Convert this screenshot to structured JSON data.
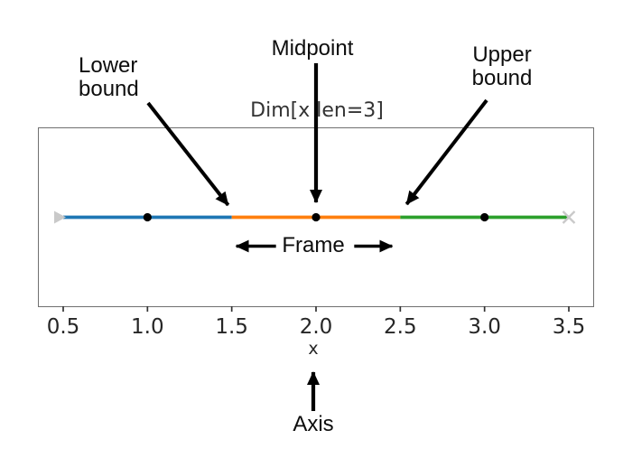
{
  "figure": {
    "title": "Dim[x len=3]",
    "xlabel": "x"
  },
  "annotations": {
    "lower_bound_line1": "Lower",
    "lower_bound_line2": "bound",
    "midpoint": "Midpoint",
    "upper_bound_line1": "Upper",
    "upper_bound_line2": "bound",
    "frame": "Frame",
    "axis": "Axis"
  },
  "colors": {
    "lower_segment": "#1f77b4",
    "frame_segment": "#ff7f0e",
    "upper_segment": "#2ca02c",
    "end_marker": "#c9c9c9",
    "point_marker": "#000000",
    "box_border": "#707070",
    "arrow": "#000000",
    "tick_text": "#262626"
  },
  "chart_data": {
    "type": "line",
    "title": "Dim[x len=3]",
    "xlabel": "x",
    "ylabel": "",
    "xlim": [
      0.35,
      3.65
    ],
    "xticks": [
      0.5,
      1.0,
      1.5,
      2.0,
      2.5,
      3.0,
      3.5
    ],
    "grid": false,
    "description": "Horizontal 1-D dimension interval from 0.5 to 3.5 split into three unit segments",
    "segments": [
      {
        "name": "lower-bound-segment",
        "from": 0.5,
        "to": 1.5,
        "color": "#1f77b4",
        "point": 1.0
      },
      {
        "name": "frame-segment",
        "from": 1.5,
        "to": 2.5,
        "color": "#ff7f0e",
        "point": 2.0
      },
      {
        "name": "upper-bound-segment",
        "from": 2.5,
        "to": 3.5,
        "color": "#2ca02c",
        "point": 3.0
      }
    ],
    "point_markers": [
      1.0,
      2.0,
      3.0
    ],
    "end_markers": [
      {
        "x": 0.5,
        "marker": "triangle-right",
        "color": "#c9c9c9"
      },
      {
        "x": 3.5,
        "marker": "x",
        "color": "#c9c9c9"
      }
    ],
    "callouts": [
      {
        "label": "Lower bound",
        "target_x": 1.5
      },
      {
        "label": "Midpoint",
        "target_x": 2.0
      },
      {
        "label": "Upper bound",
        "target_x": 2.5
      },
      {
        "label": "Frame",
        "span": [
          1.5,
          2.5
        ]
      },
      {
        "label": "Axis",
        "target": "x-axis-label"
      }
    ]
  }
}
